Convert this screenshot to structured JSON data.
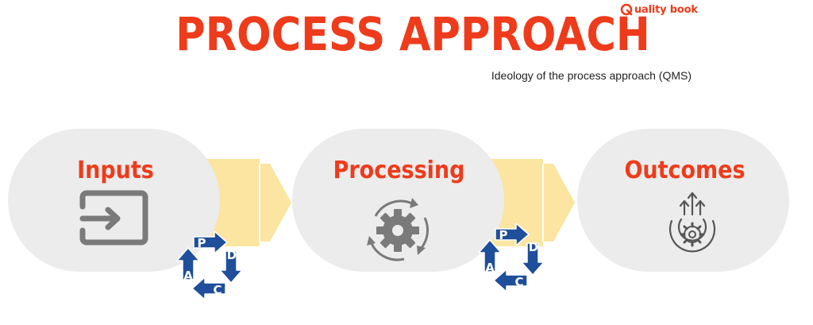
{
  "brand": {
    "text": "uality book"
  },
  "header": {
    "title": "PROCESS APPROACH",
    "subtitle": "Ideology of the process approach (QMS)"
  },
  "stages": [
    {
      "label": "Inputs",
      "icon": "input-arrow-icon"
    },
    {
      "label": "Processing",
      "icon": "gear-cycle-icon"
    },
    {
      "label": "Outcomes",
      "icon": "gear-growth-icon"
    }
  ],
  "pdca": {
    "p": "P",
    "d": "D",
    "c": "C",
    "a": "A"
  },
  "colors": {
    "accent": "#ee3b1b",
    "stage_fill": "#ececec",
    "connector": "#fbe5a0",
    "pdca_blue": "#1f4e9a",
    "icon_grey": "#7a7a7a"
  }
}
